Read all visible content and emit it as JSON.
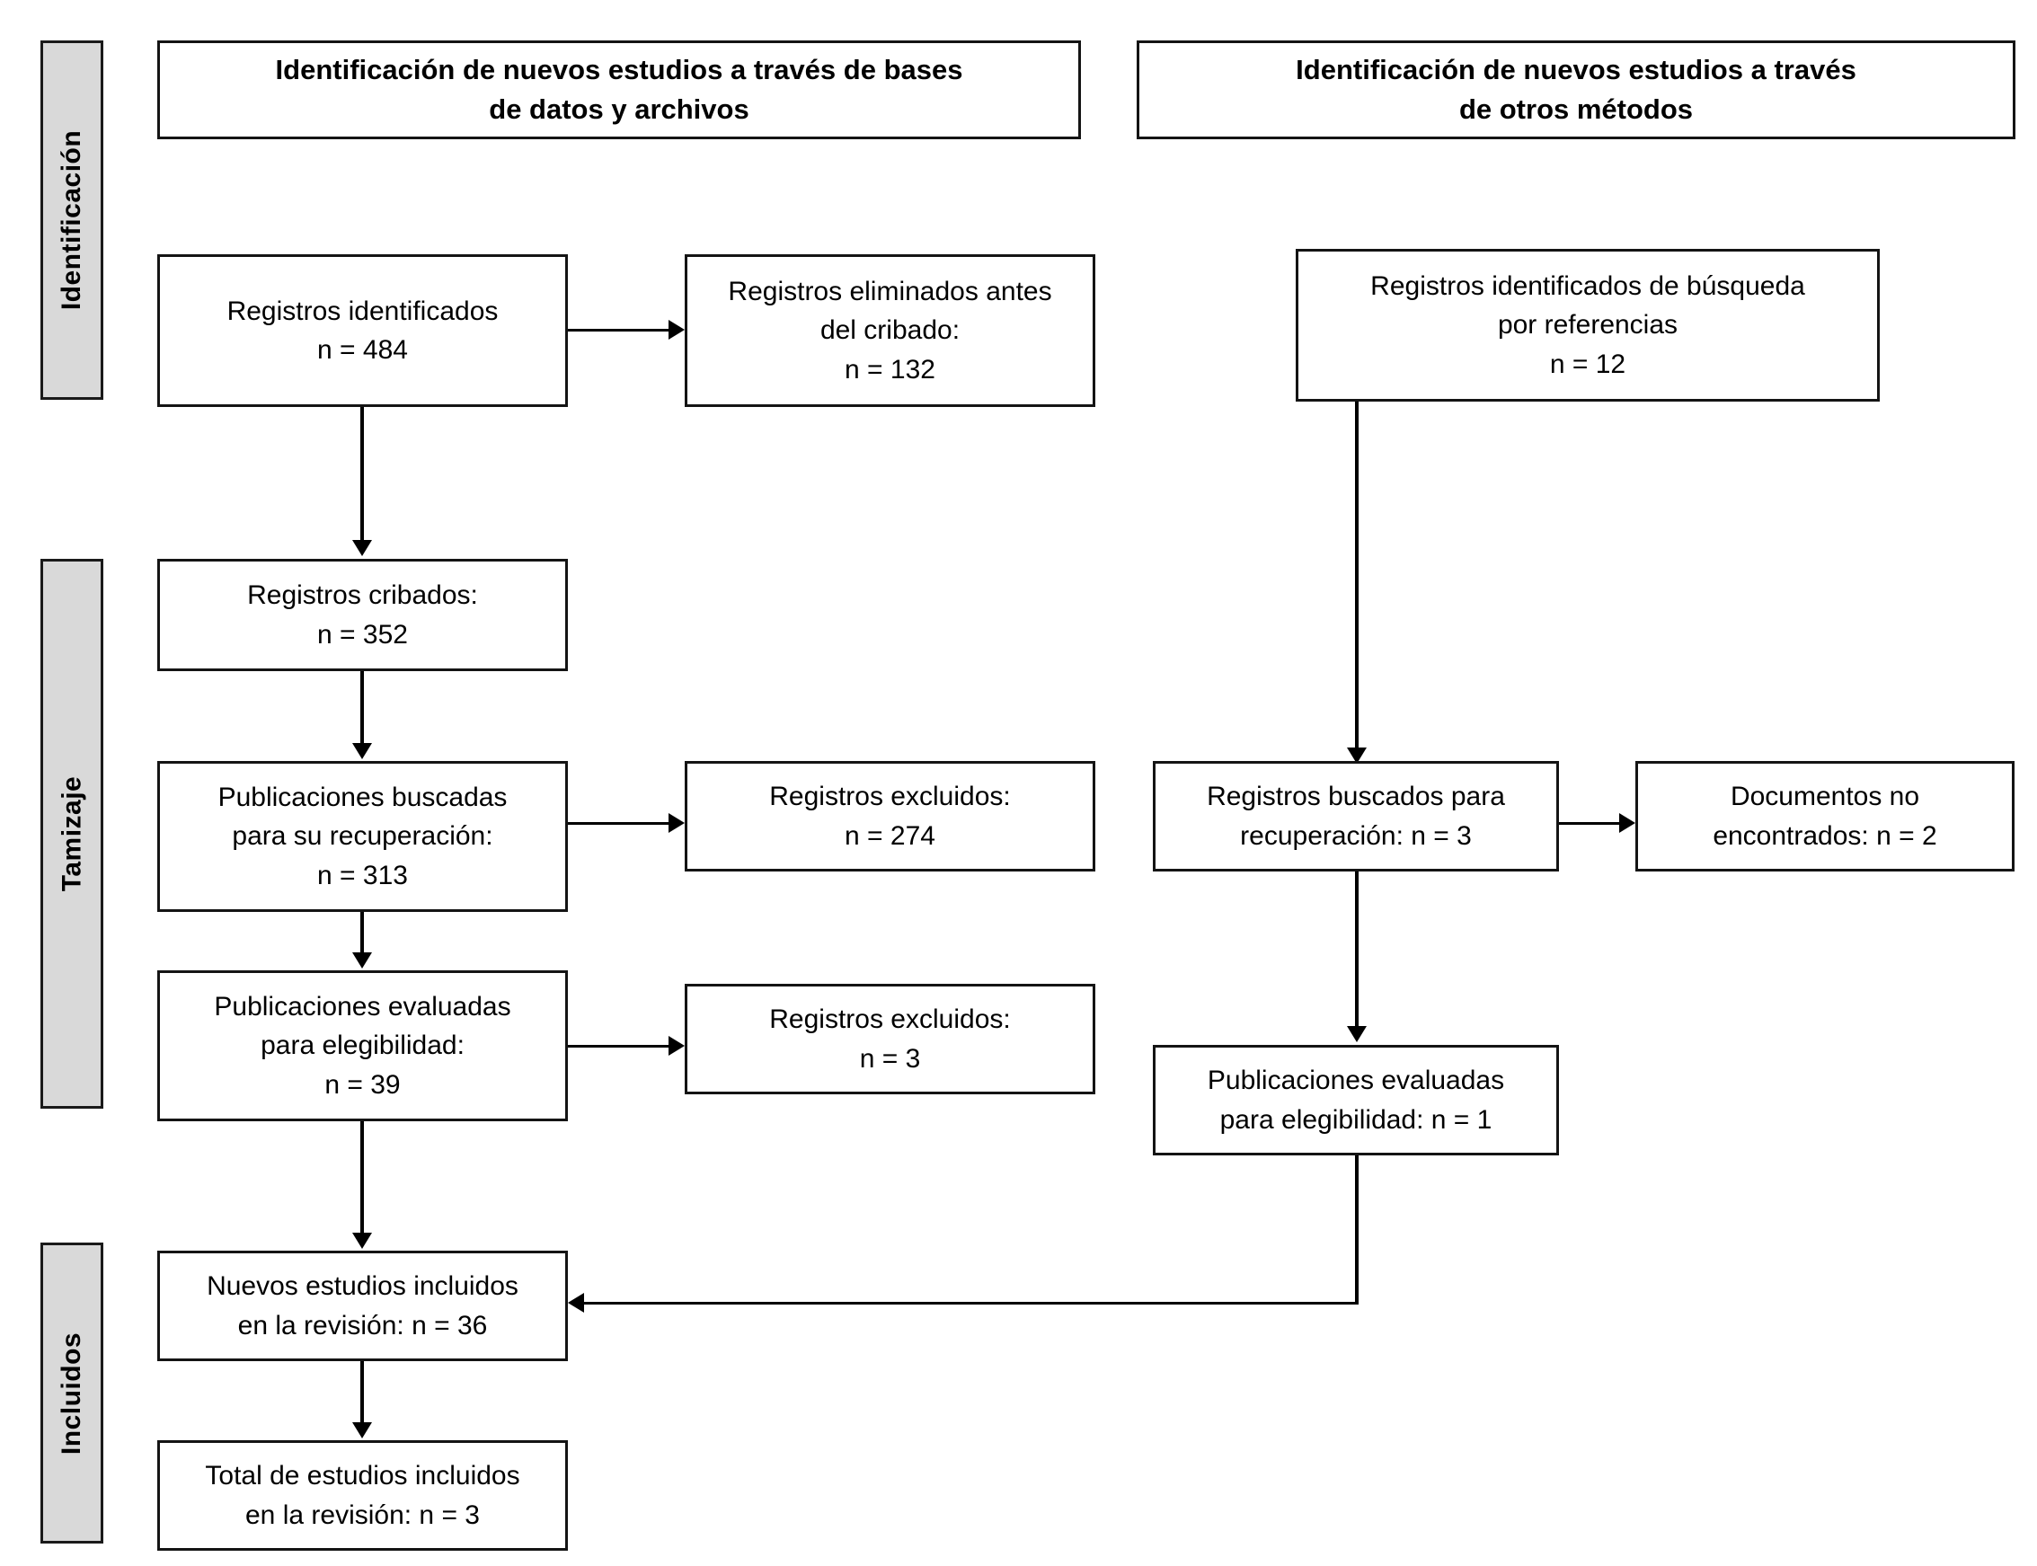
{
  "diagram": {
    "title": "PRISMA 2020 flow diagram",
    "language": "es",
    "colors": {
      "stage_bar_fill": "#d9d9d9",
      "box_border": "#141414",
      "box_fill": "#ffffff",
      "connector": "#000000",
      "text": "#000000"
    }
  },
  "stages": [
    {
      "id": "identificacion",
      "label": "Identificación"
    },
    {
      "id": "tamizaje",
      "label": "Tamizaje"
    },
    {
      "id": "incluidos",
      "label": "Incluidos"
    }
  ],
  "headers": [
    {
      "id": "header-databases",
      "lines": [
        "Identificación de nuevos estudios a través de bases",
        "de datos y archivos"
      ]
    },
    {
      "id": "header-other-methods",
      "lines": [
        "Identificación de nuevos estudios a través",
        "de otros métodos"
      ]
    }
  ],
  "boxes": [
    {
      "id": "records-identified",
      "lines": [
        "Registros identificados",
        "n = 484"
      ]
    },
    {
      "id": "records-removed-before-screening",
      "lines": [
        "Registros eliminados antes",
        "del cribado:",
        "n = 132"
      ]
    },
    {
      "id": "records-identified-citation-search",
      "lines": [
        "Registros identificados de búsqueda",
        "por referencias",
        "n = 12"
      ]
    },
    {
      "id": "records-screened",
      "lines": [
        "Registros cribados:",
        "n = 352"
      ]
    },
    {
      "id": "reports-sought-retrieval",
      "lines": [
        "Publicaciones buscadas",
        "para su recuperación:",
        "n = 313"
      ]
    },
    {
      "id": "records-excluded-274",
      "lines": [
        "Registros excluidos:",
        "n = 274"
      ]
    },
    {
      "id": "reports-sought-retrieval-other",
      "lines": [
        "Registros buscados para",
        "recuperación: n = 3"
      ]
    },
    {
      "id": "reports-not-retrieved-other",
      "lines": [
        "Documentos no",
        "encontrados: n = 2"
      ]
    },
    {
      "id": "reports-assessed-eligibility",
      "lines": [
        "Publicaciones evaluadas",
        "para elegibilidad:",
        "n = 39"
      ]
    },
    {
      "id": "records-excluded-3",
      "lines": [
        "Registros excluidos:",
        "n = 3"
      ]
    },
    {
      "id": "reports-assessed-eligibility-other",
      "lines": [
        "Publicaciones evaluadas",
        "para elegibilidad: n = 1"
      ]
    },
    {
      "id": "new-studies-included",
      "lines": [
        "Nuevos estudios incluidos",
        "en la revisión: n = 36"
      ]
    },
    {
      "id": "total-studies-included",
      "lines": [
        "Total de estudios incluidos",
        "en la revisión: n = 3"
      ]
    }
  ],
  "counts": {
    "records_identified": 484,
    "records_removed_before_screening": 132,
    "records_identified_citation_search": 12,
    "records_screened": 352,
    "reports_sought_retrieval": 313,
    "records_excluded_screening": 274,
    "reports_sought_retrieval_other": 3,
    "reports_not_retrieved_other": 2,
    "reports_assessed_eligibility": 39,
    "records_excluded_eligibility": 3,
    "reports_assessed_eligibility_other": 1,
    "new_studies_included": 36,
    "total_studies_included": 3
  }
}
